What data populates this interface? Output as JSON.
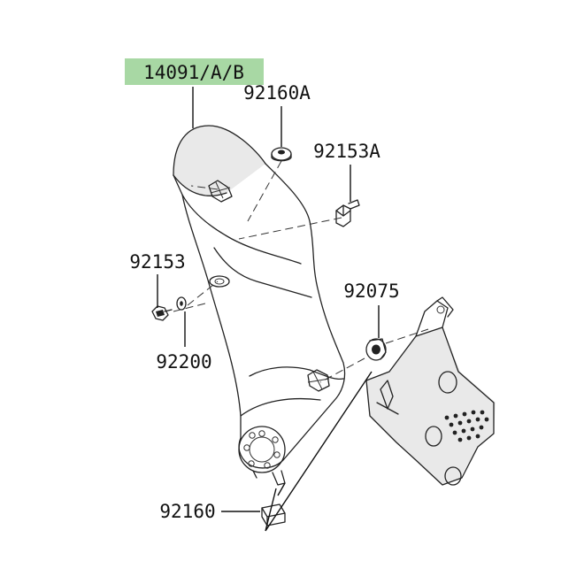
{
  "diagram": {
    "highlight_color": "#a8d8a4",
    "parts": [
      {
        "id": "guard",
        "number": "14091/A/B",
        "highlighted": true
      },
      {
        "id": "grommet-a",
        "number": "92160A"
      },
      {
        "id": "spacer-a",
        "number": "92153A"
      },
      {
        "id": "bolt",
        "number": "92153"
      },
      {
        "id": "grommet-b",
        "number": "92075"
      },
      {
        "id": "washer",
        "number": "92200"
      },
      {
        "id": "pad",
        "number": "92160"
      }
    ]
  }
}
